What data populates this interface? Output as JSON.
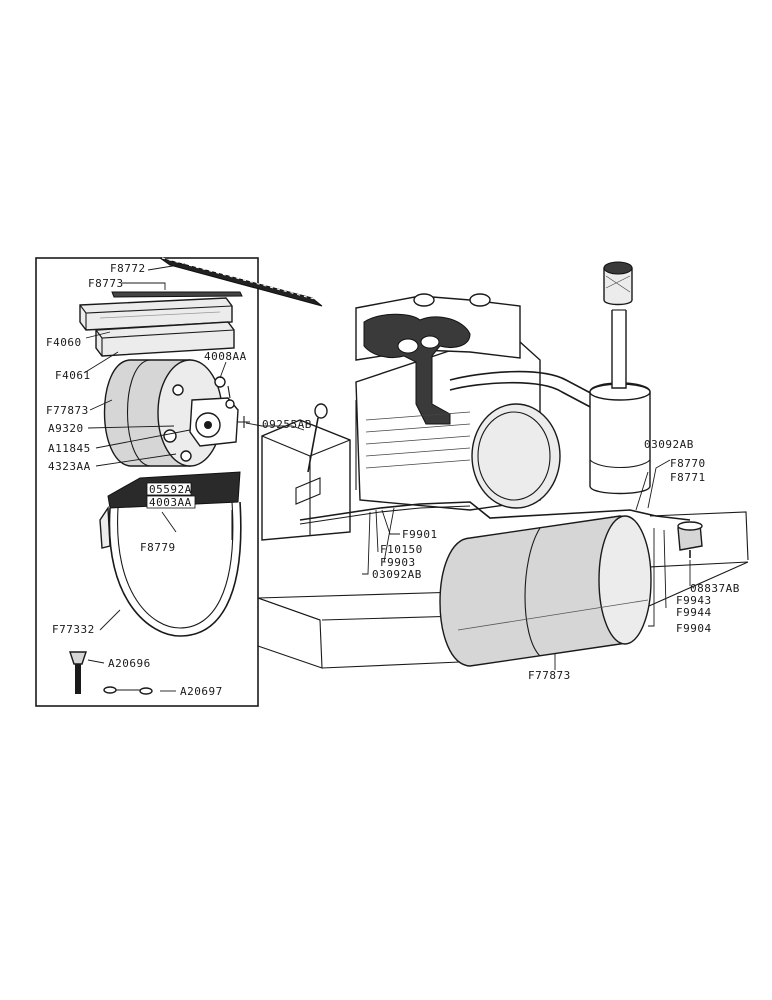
{
  "labels": {
    "F8772": "F8772",
    "F8773": "F8773",
    "F4060": "F4060",
    "F4061": "F4061",
    "4008AA": "4008AA",
    "F77873_left": "F77873",
    "A9320": "A9320",
    "09255AB": "09255AB",
    "A11845": "A11845",
    "4323AA": "4323AA",
    "05592A": "05592A",
    "4003AA": "4003AA",
    "F8779": "F8779",
    "F77332": "F77332",
    "A20696": "A20696",
    "A20697": "A20697",
    "03092AB_top": "03092AB",
    "F8770": "F8770",
    "F8771": "F8771",
    "F9901": "F9901",
    "F10150": "F10150",
    "F9903": "F9903",
    "03092AB_bottom": "03092AB",
    "08837AB": "08837AB",
    "F9943": "F9943",
    "F9944": "F9944",
    "F9904": "F9904",
    "F77873_right": "F77873"
  },
  "colors": {
    "ink": "#1a1a1a",
    "tank_shade": "#d6d6d6",
    "paper": "#ffffff"
  }
}
